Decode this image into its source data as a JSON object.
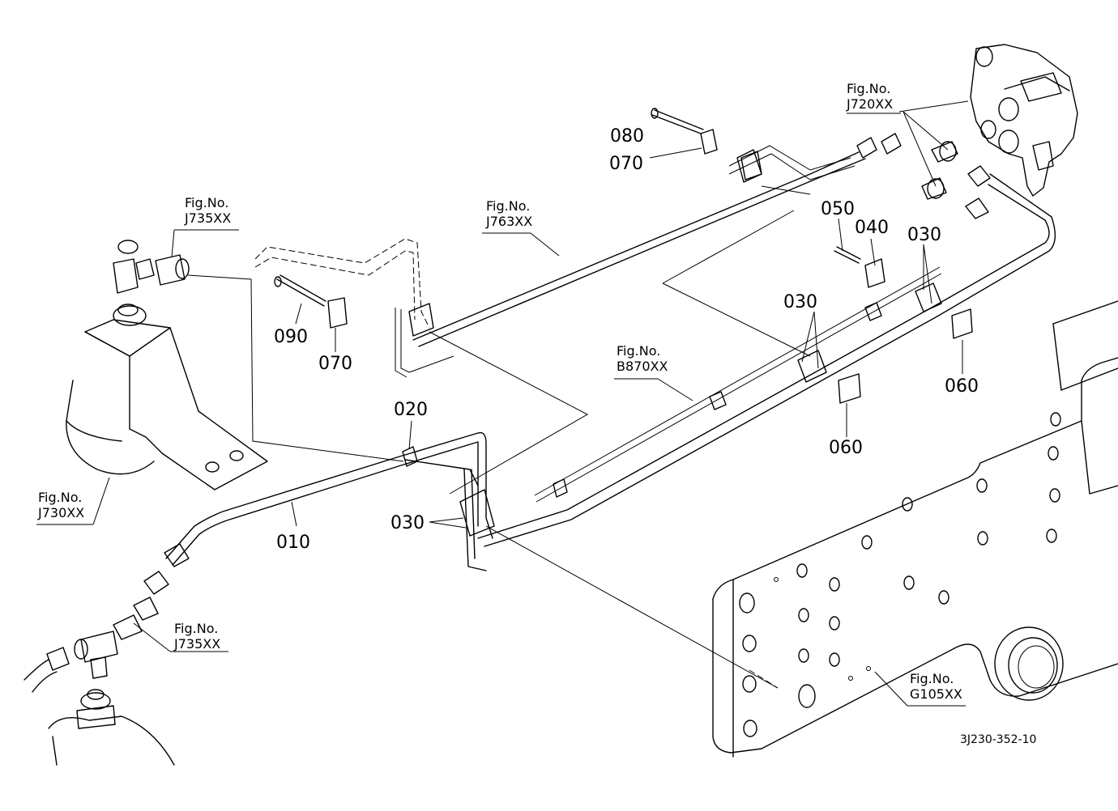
{
  "part_numbers": {
    "p010": "010",
    "p020": "020",
    "p030a": "030",
    "p030b": "030",
    "p030c": "030",
    "p040": "040",
    "p050": "050",
    "p060a": "060",
    "p060b": "060",
    "p070a": "070",
    "p070b": "070",
    "p080": "080",
    "p090": "090"
  },
  "figure_refs": {
    "fig_label": "Fig.No.",
    "j720": "J720XX",
    "j735_top": "J735XX",
    "j763": "J763XX",
    "b870": "B870XX",
    "j730": "J730XX",
    "j735_bottom": "J735XX",
    "g105": "G105XX"
  },
  "drawing_number": "3J230-352-10"
}
